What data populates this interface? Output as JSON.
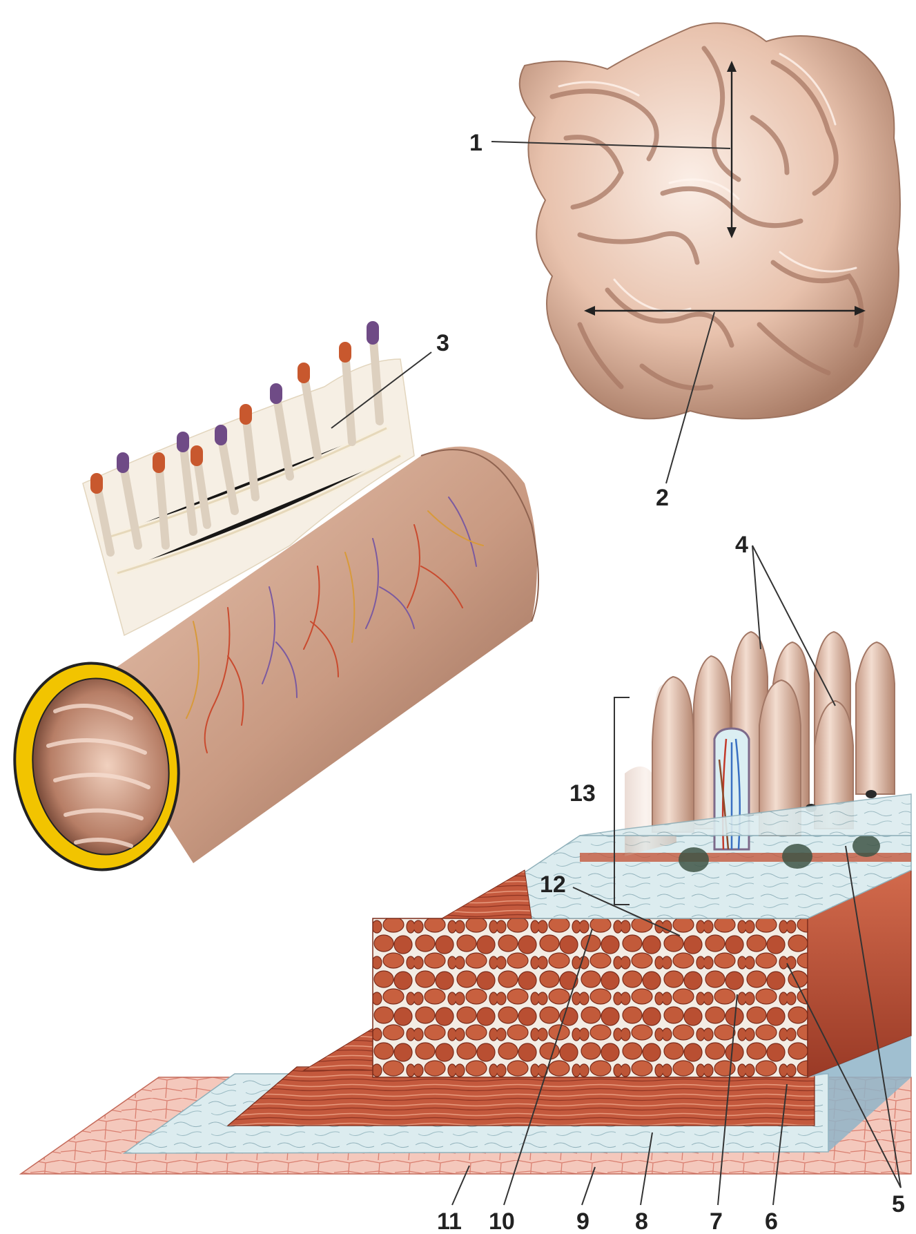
{
  "labels": {
    "l1": "1",
    "l2": "2",
    "l3": "3",
    "l4": "4",
    "l5": "5",
    "l6": "6",
    "l7": "7",
    "l8": "8",
    "l9": "9",
    "l10": "10",
    "l11": "11",
    "l12": "12",
    "l13": "13"
  },
  "colors": {
    "tissue_pink": "#e8c2ad",
    "tissue_shadow": "#a97c66",
    "muscle_red": "#c0533a",
    "muscle_dark": "#8a2e1e",
    "submucosa_blue": "#cfe3e6",
    "serosa_yellow": "#f2c400",
    "artery": "#c23a2a",
    "vein": "#3a6fc2",
    "nerve": "#e8d9b0"
  }
}
